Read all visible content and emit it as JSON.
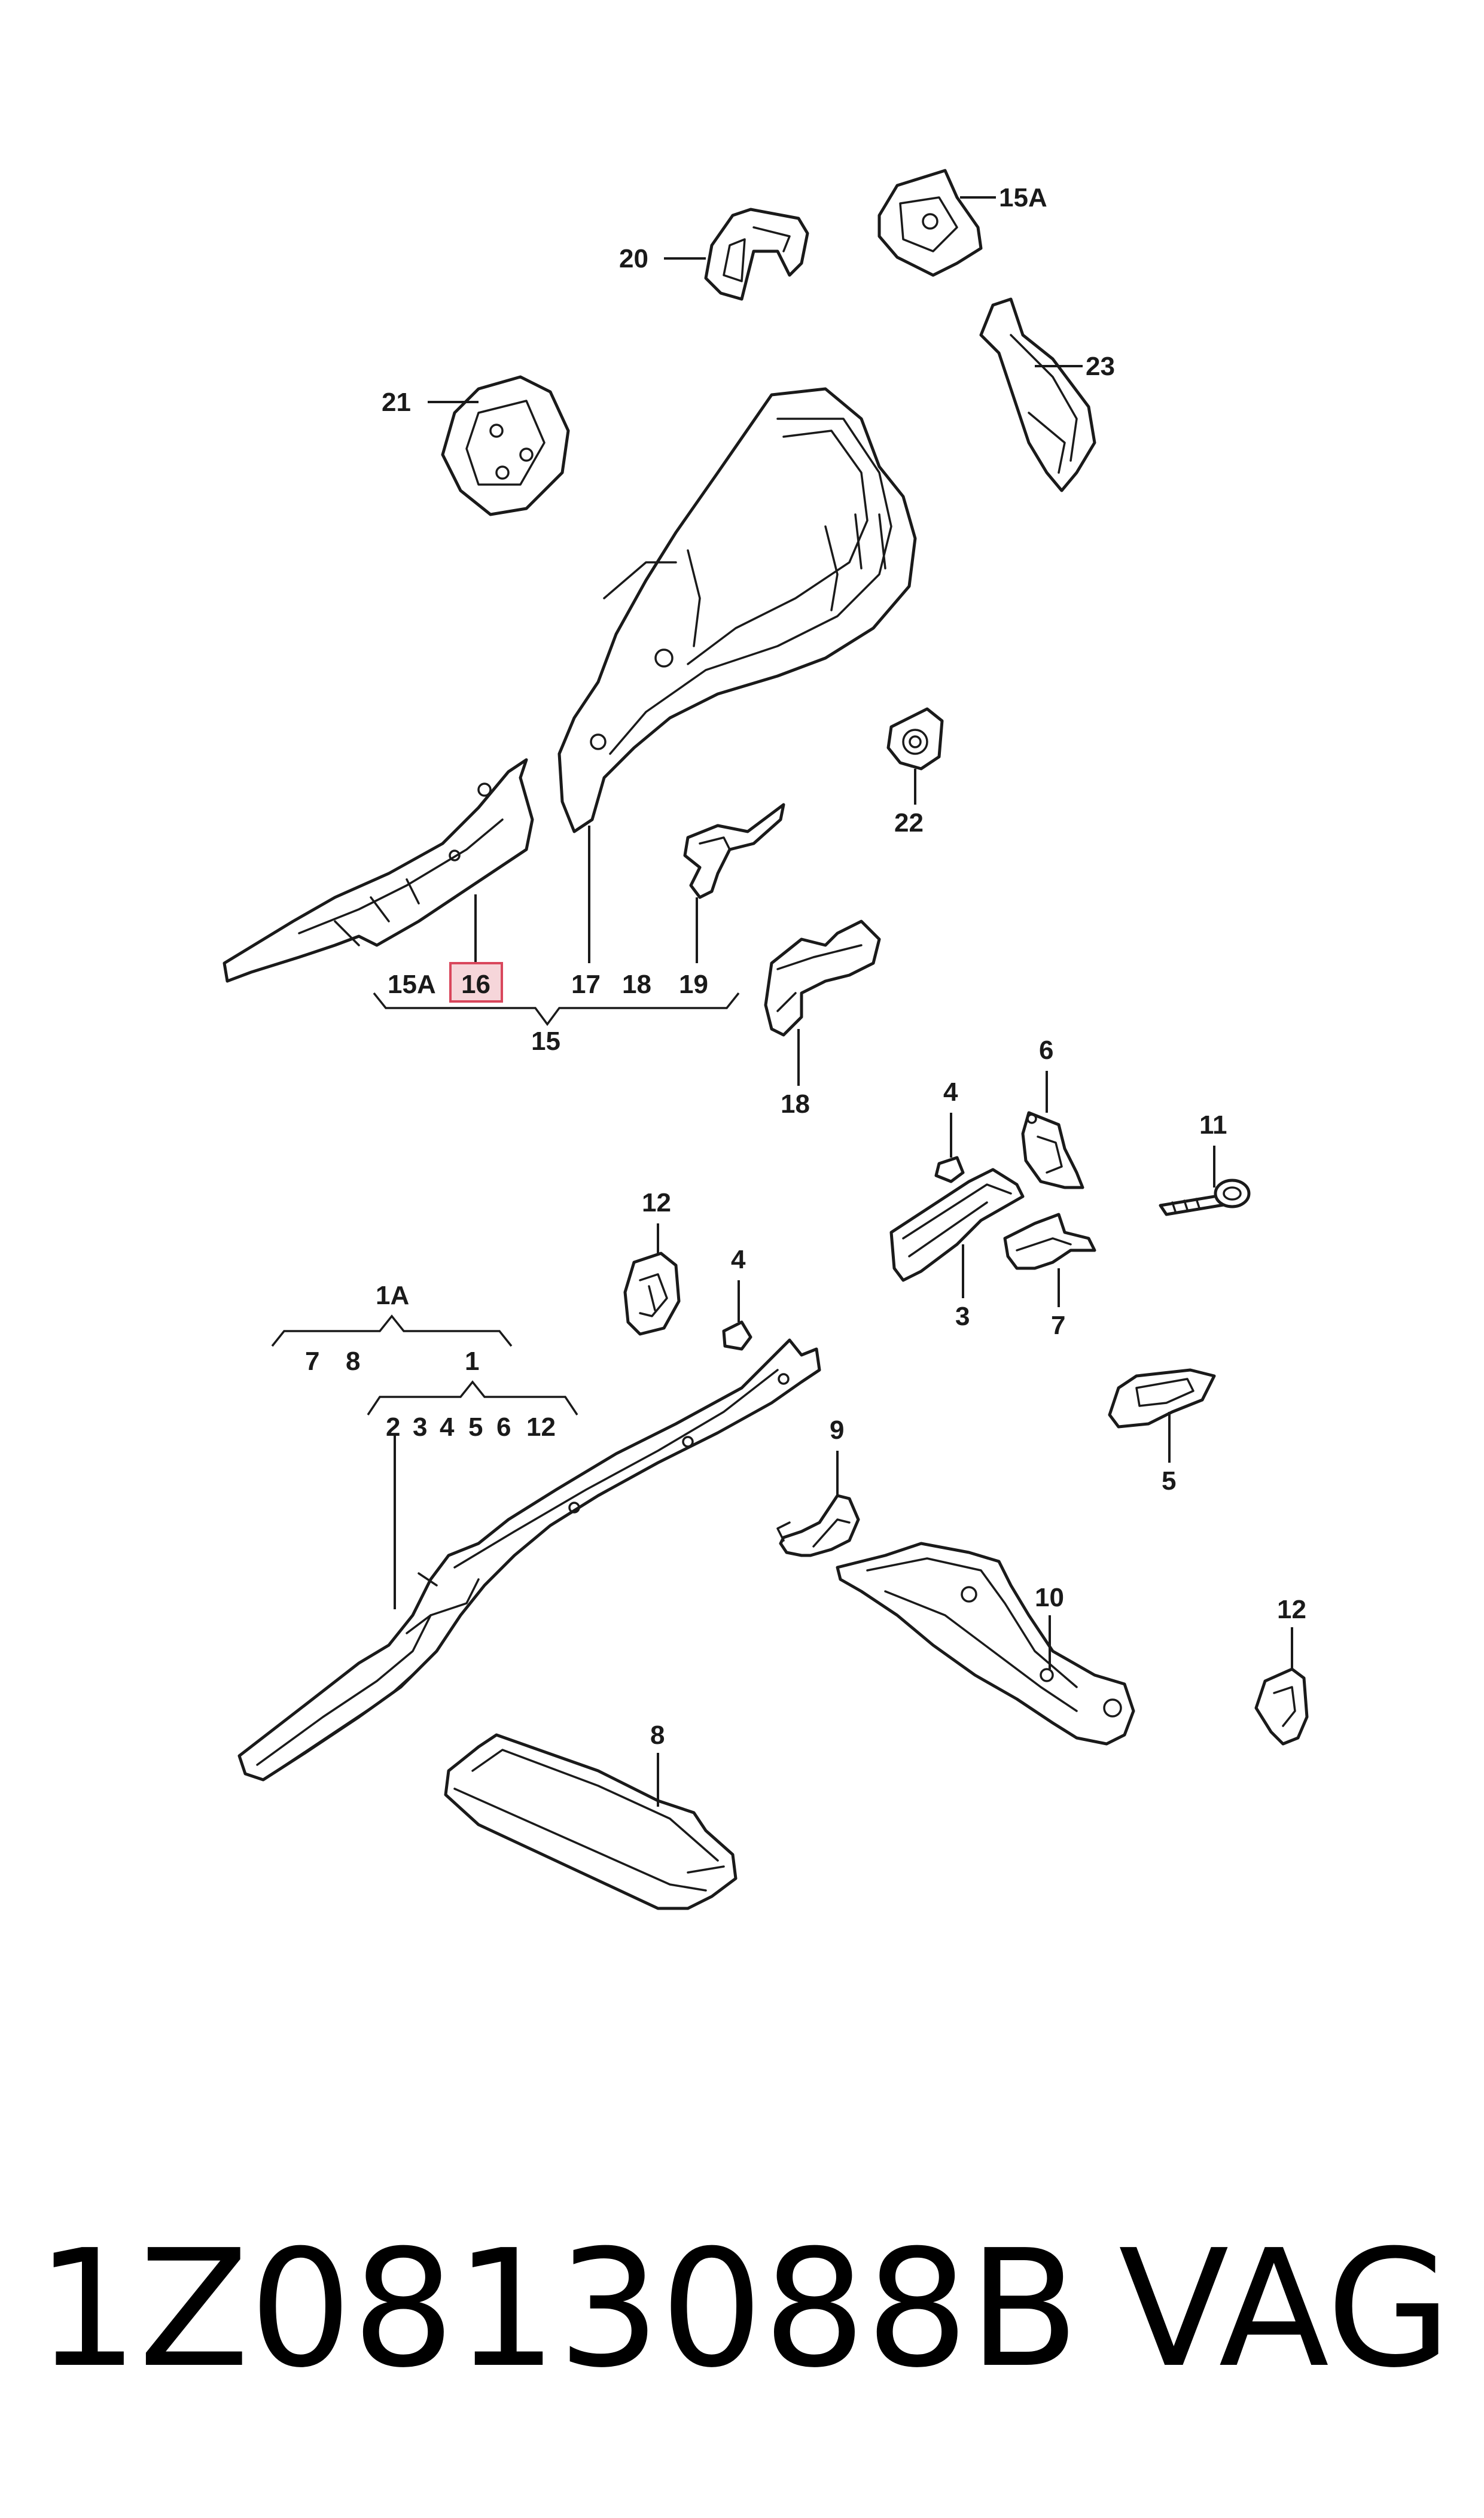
{
  "callouts": {
    "c_15A_top": "15A",
    "c_20": "20",
    "c_23": "23",
    "c_21": "21",
    "c_22": "22",
    "c_15A": "15A",
    "c_16": "16",
    "c_17": "17",
    "c_18": "18",
    "c_19": "19",
    "c_15": "15",
    "c_18b": "18",
    "c_4a": "4",
    "c_6": "6",
    "c_11": "11",
    "c_12a": "12",
    "c_4b": "4",
    "c_3": "3",
    "c_7a": "7",
    "c_1A": "1A",
    "c_7b": "7",
    "c_8a": "8",
    "c_1": "1",
    "c_2": "2",
    "c_3b": "3",
    "c_4c": "4",
    "c_5a": "5",
    "c_6b": "6",
    "c_12b": "12",
    "c_5b": "5",
    "c_9": "9",
    "c_10": "10",
    "c_12c": "12",
    "c_8b": "8"
  },
  "highlighted_callout": "16",
  "colors": {
    "highlight_fill": "#f6d6da",
    "highlight_stroke": "#d9475c",
    "line": "#1a1a1a"
  },
  "footer": {
    "part_number": "1Z0813088B",
    "brand": "VAG"
  }
}
